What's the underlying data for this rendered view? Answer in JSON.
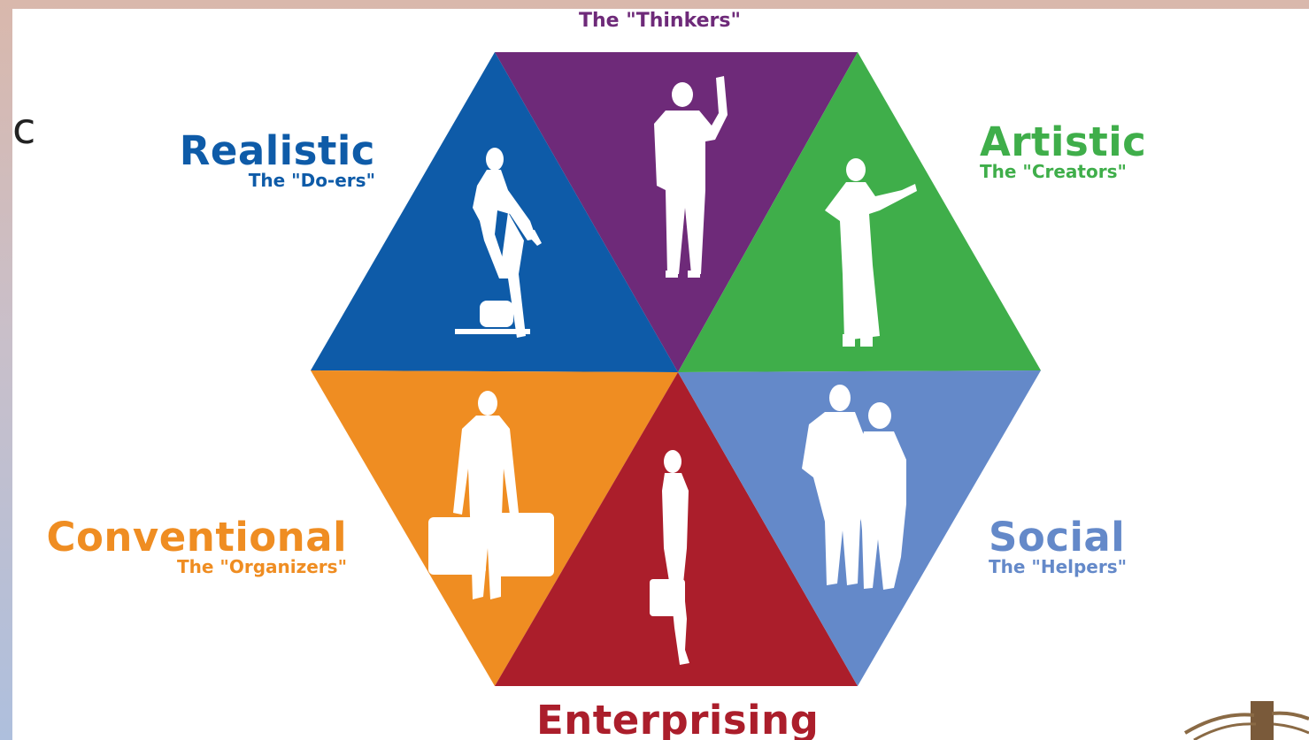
{
  "edge_text": "c",
  "colors": {
    "investigative": "#6e2a79",
    "realistic": "#0e5ba8",
    "artistic": "#3fae4a",
    "social": "#6489c9",
    "enterprising": "#ab1e2b",
    "conventional": "#ef8d22",
    "silhouette": "#ffffff"
  },
  "types": {
    "investigative": {
      "sub": "The \"Thinkers\"",
      "figure": "man-pointing-silhouette"
    },
    "realistic": {
      "name": "Realistic",
      "sub": "The \"Do-ers\"",
      "figure": "cyclist-silhouette"
    },
    "artistic": {
      "name": "Artistic",
      "sub": "The \"Creators\"",
      "figure": "violinist-silhouette"
    },
    "social": {
      "name": "Social",
      "sub": "The \"Helpers\"",
      "figure": "couple-silhouette"
    },
    "enterprising": {
      "name": "Enterprising",
      "figure": "businesswoman-silhouette"
    },
    "conventional": {
      "name": "Conventional",
      "sub": "The \"Organizers\"",
      "figure": "traveler-silhouette"
    }
  },
  "decoration": {
    "corner_icon": "tree-roots-icon"
  }
}
